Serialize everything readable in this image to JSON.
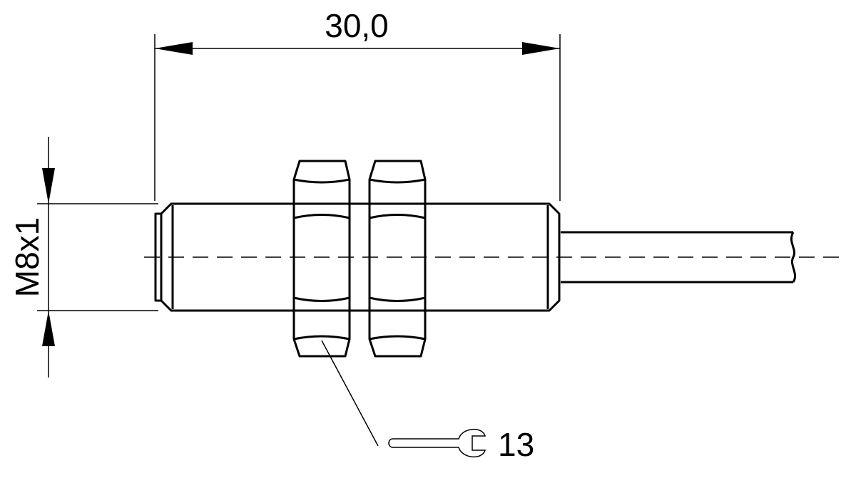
{
  "dimensions": {
    "length_label": "30,0",
    "thread_label": "M8x1"
  },
  "wrench": {
    "size_label": "13"
  },
  "colors": {
    "line": "#000000",
    "background": "#ffffff"
  }
}
